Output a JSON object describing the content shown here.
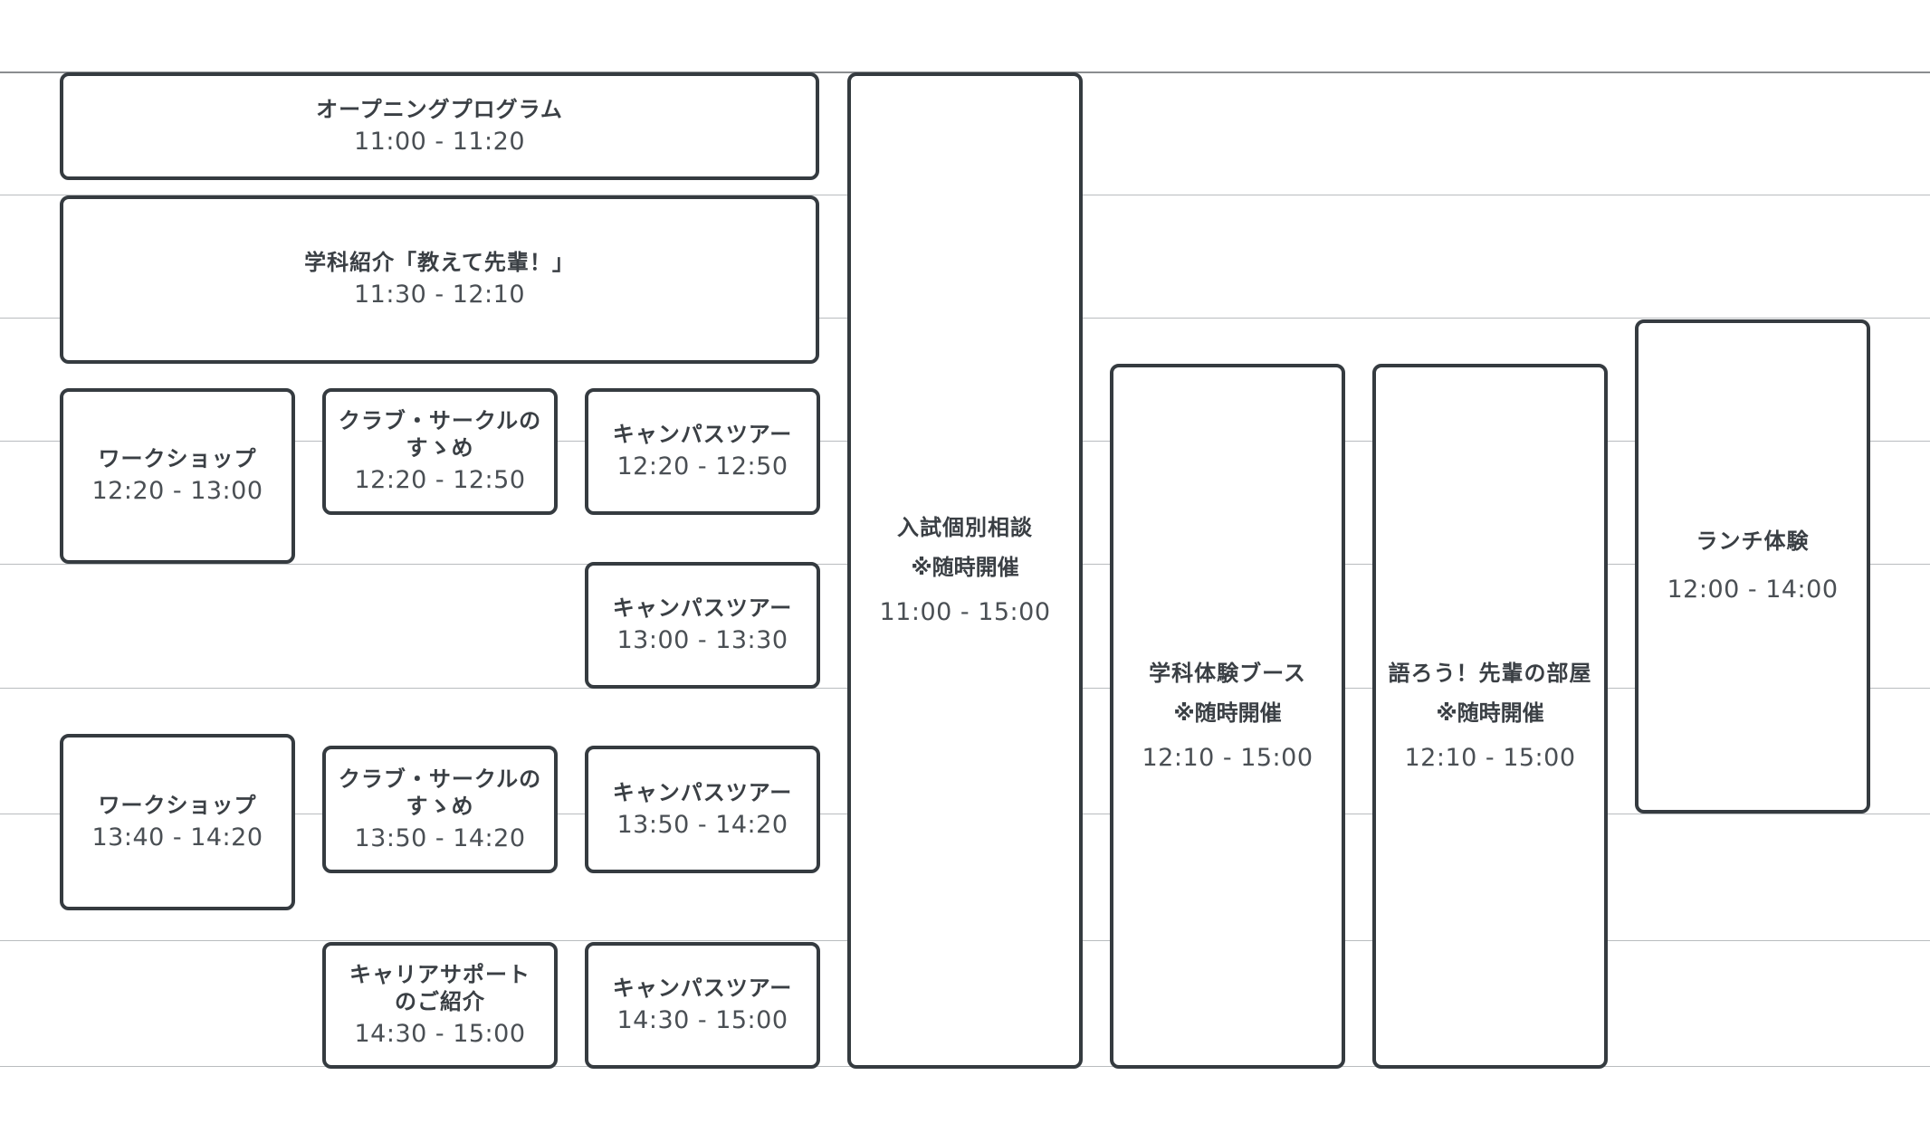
{
  "events": {
    "opening": {
      "title": "オープニングプログラム",
      "time": "11:00 - 11:20"
    },
    "dept_intro": {
      "title": "学科紹介「教えて先輩！」",
      "time": "11:30 - 12:10"
    },
    "workshop_1": {
      "title": "ワークショップ",
      "time": "12:20 - 13:00"
    },
    "club_1": {
      "title": "クラブ・サークルの すゝめ",
      "time": "12:20 - 12:50"
    },
    "campus_tour_1": {
      "title": "キャンパスツアー",
      "time": "12:20 - 12:50"
    },
    "campus_tour_2": {
      "title": "キャンパスツアー",
      "time": "13:00 - 13:30"
    },
    "workshop_2": {
      "title": "ワークショップ",
      "time": "13:40 - 14:20"
    },
    "club_2": {
      "title": "クラブ・サークルの すゝめ",
      "time": "13:50 - 14:20"
    },
    "campus_tour_3": {
      "title": "キャンパスツアー",
      "time": "13:50 - 14:20"
    },
    "career": {
      "title": "キャリアサポート のご紹介",
      "time": "14:30 - 15:00"
    },
    "campus_tour_4": {
      "title": "キャンパスツアー",
      "time": "14:30 - 15:00"
    },
    "admission": {
      "title": "入試個別相談",
      "note": "※随時開催",
      "time": "11:00 - 15:00"
    },
    "dept_booth": {
      "title": "学科体験ブース",
      "note": "※随時開催",
      "time": "12:10 - 15:00"
    },
    "senpai_room": {
      "title": "語ろう！先輩の部屋",
      "note": "※随時開催",
      "time": "12:10 - 15:00"
    },
    "lunch": {
      "title": "ランチ体験",
      "time": "12:00 - 14:00"
    }
  }
}
